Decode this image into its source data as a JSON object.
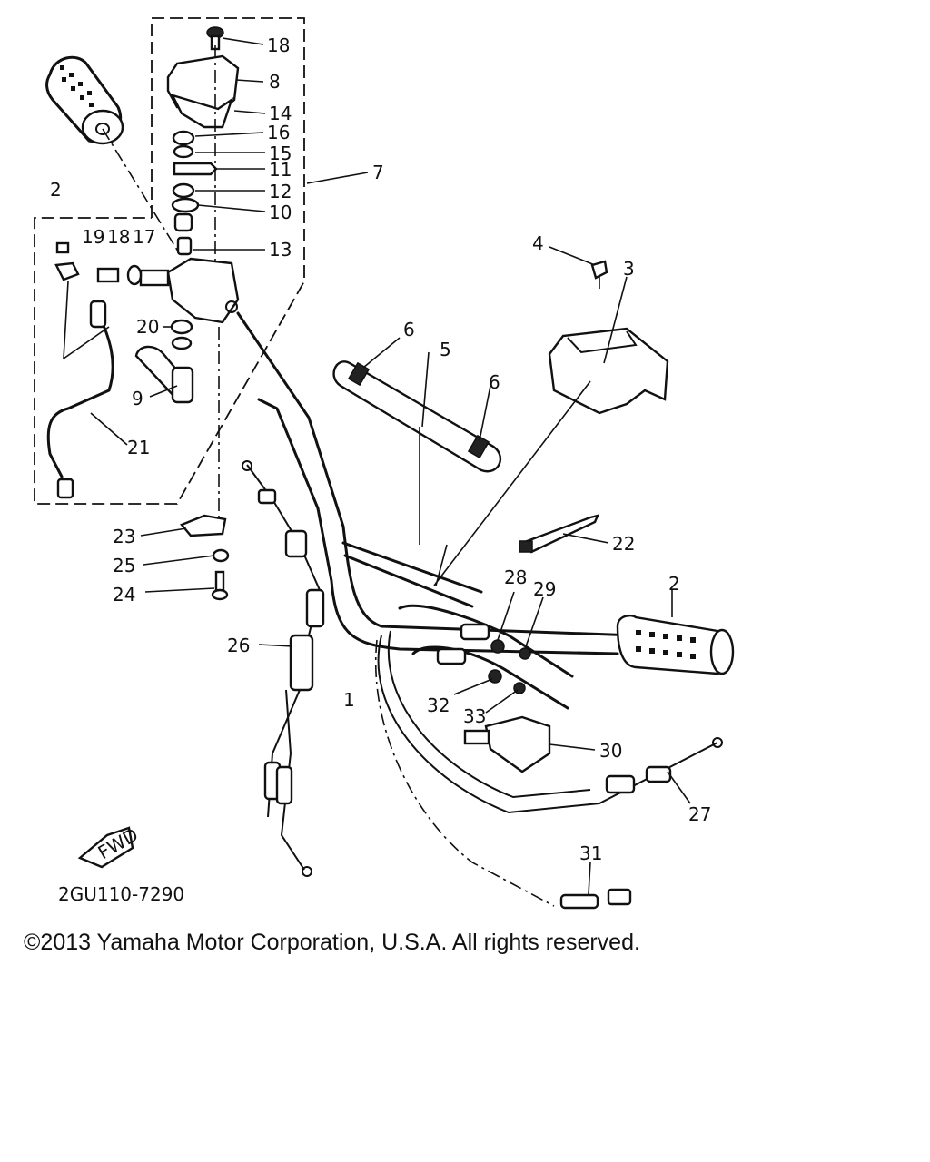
{
  "diagram": {
    "callouts": {
      "c1": "1",
      "c2a": "2",
      "c2b": "2",
      "c3": "3",
      "c4": "4",
      "c5": "5",
      "c6a": "6",
      "c6b": "6",
      "c7": "7",
      "c8": "8",
      "c9": "9",
      "c10": "10",
      "c11": "11",
      "c12": "12",
      "c13": "13",
      "c14": "14",
      "c15": "15",
      "c16": "16",
      "c17": "17",
      "c18a": "18",
      "c18b": "18",
      "c19": "19",
      "c20": "20",
      "c21": "21",
      "c22": "22",
      "c23": "23",
      "c24": "24",
      "c25": "25",
      "c26": "26",
      "c27": "27",
      "c28": "28",
      "c29": "29",
      "c30": "30",
      "c31": "31",
      "c32": "32",
      "c33": "33"
    },
    "fwd_label": "FWD",
    "diagram_code": "2GU110-7290"
  },
  "footer": {
    "copyright": "©2013 Yamaha Motor Corporation, U.S.A. All rights reserved."
  }
}
